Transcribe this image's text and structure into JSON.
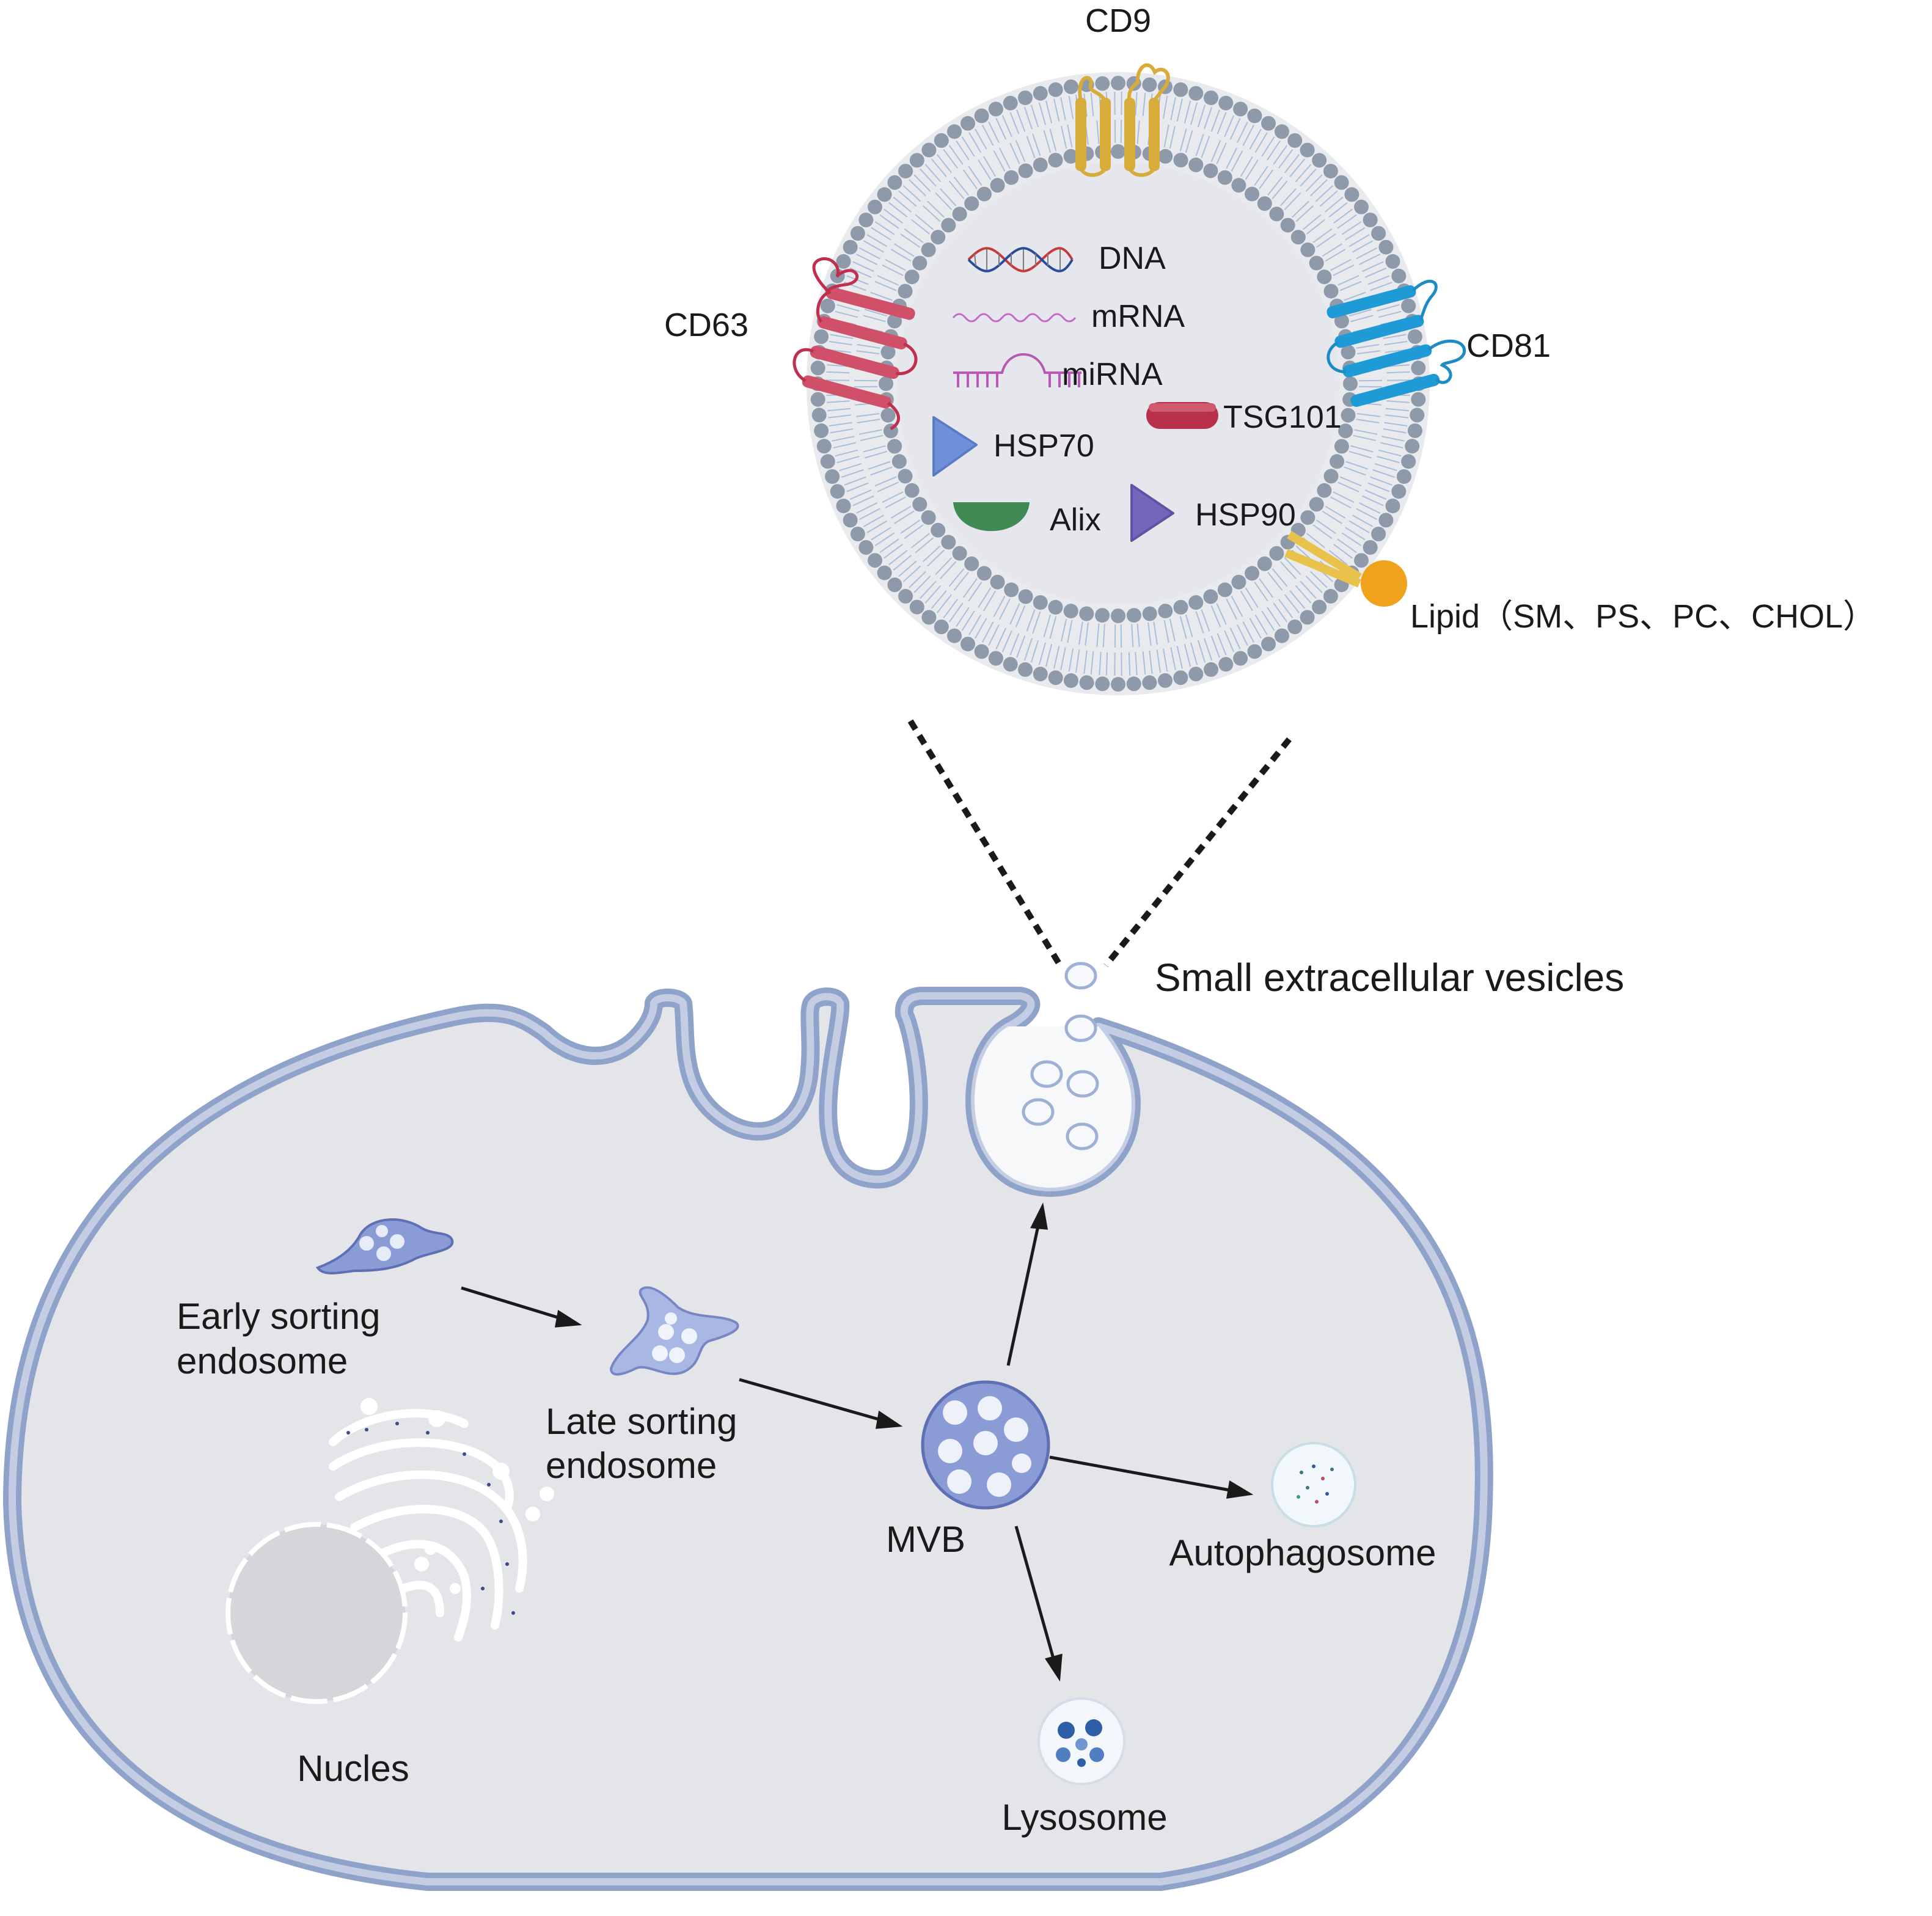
{
  "vesicle": {
    "markers": {
      "cd9": "CD9",
      "cd63": "CD63",
      "cd81": "CD81",
      "lipid": "Lipid（SM、PS、PC、CHOL）"
    },
    "cargo": {
      "dna": "DNA",
      "mrna": "mRNA",
      "mirna": "miRNA",
      "tsg101": "TSG101",
      "hsp70": "HSP70",
      "alix": "Alix",
      "hsp90": "HSP90"
    }
  },
  "cell": {
    "sev_label": "Small extracellular vesicles",
    "early_line1": "Early sorting",
    "early_line2": "endosome",
    "late_line1": "Late sorting",
    "late_line2": "endosome",
    "mvb": "MVB",
    "autophagosome": "Autophagosome",
    "lysosome": "Lysosome",
    "nucleus": "Nucles"
  },
  "colors": {
    "cd9": "#d8ac3a",
    "cd63": "#d0506a",
    "cd81": "#1e9bd6",
    "lipid": "#f0a21c",
    "tsg101": "#b8304c",
    "hsp70": "#6f90d8",
    "alix": "#3f8a55",
    "hsp90": "#7466b8",
    "membrane_head": "#8e9aaa",
    "cell_membrane": "#8fa2c9",
    "cytoplasm": "#e4e5e9"
  }
}
